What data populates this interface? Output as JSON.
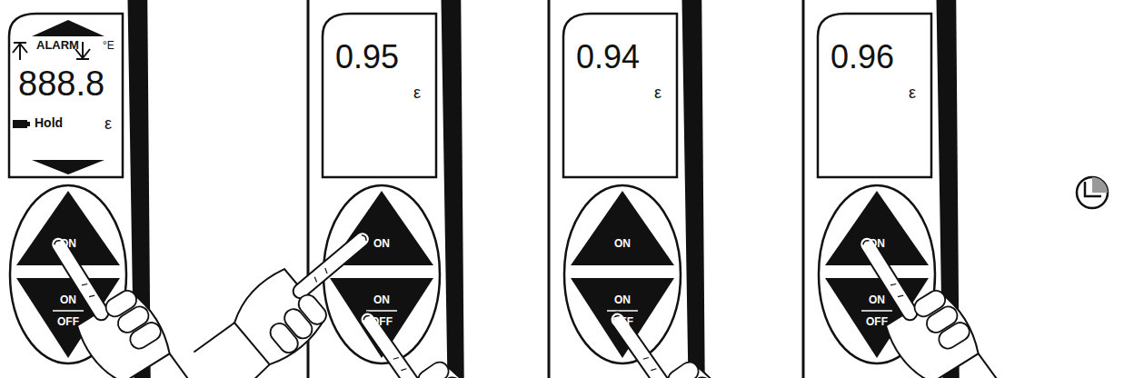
{
  "diagram": {
    "nodes": [
      {
        "text": [
          "ALARM",
          "°E",
          "888.8",
          "Hold",
          "ε"
        ]
      },
      {
        "text": [
          "0.95",
          "ε"
        ]
      },
      {
        "text": [
          "0.94",
          "ε"
        ]
      },
      {
        "text": [
          "0.96",
          "ε"
        ]
      }
    ],
    "labels": [
      "ON",
      "ON",
      "OFF",
      "ON",
      "ON",
      "OFF",
      "ON",
      "ON",
      "OFF",
      "ON",
      "ON",
      "OFF"
    ]
  }
}
